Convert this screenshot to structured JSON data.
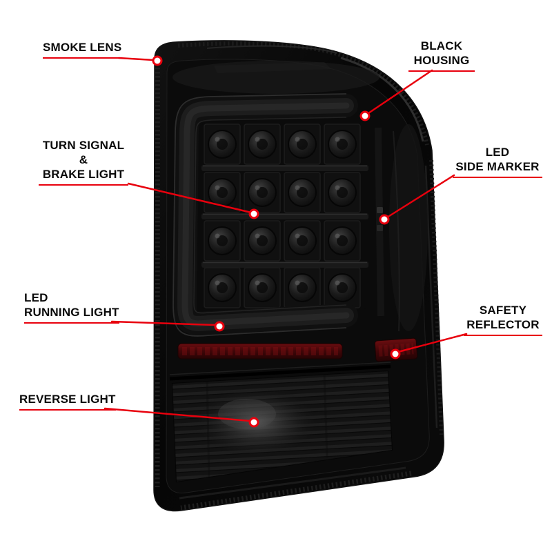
{
  "colors": {
    "accent": "#e8000d",
    "label_text": "#0a0a0a",
    "background": "#ffffff"
  },
  "callouts": [
    {
      "id": "smoke-lens",
      "label": "SMOKE LENS",
      "side": "left"
    },
    {
      "id": "black-housing",
      "label": "BLACK\nHOUSING",
      "side": "right"
    },
    {
      "id": "turn-signal-brake-light",
      "label": "TURN SIGNAL\n&\nBRAKE LIGHT",
      "side": "left"
    },
    {
      "id": "led-side-marker",
      "label": "LED\nSIDE MARKER",
      "side": "right"
    },
    {
      "id": "led-running-light",
      "label": "LED\nRUNNING LIGHT",
      "side": "left"
    },
    {
      "id": "safety-reflector",
      "label": "SAFETY\nREFLECTOR",
      "side": "right"
    },
    {
      "id": "reverse-light",
      "label": "REVERSE LIGHT",
      "side": "left"
    }
  ]
}
